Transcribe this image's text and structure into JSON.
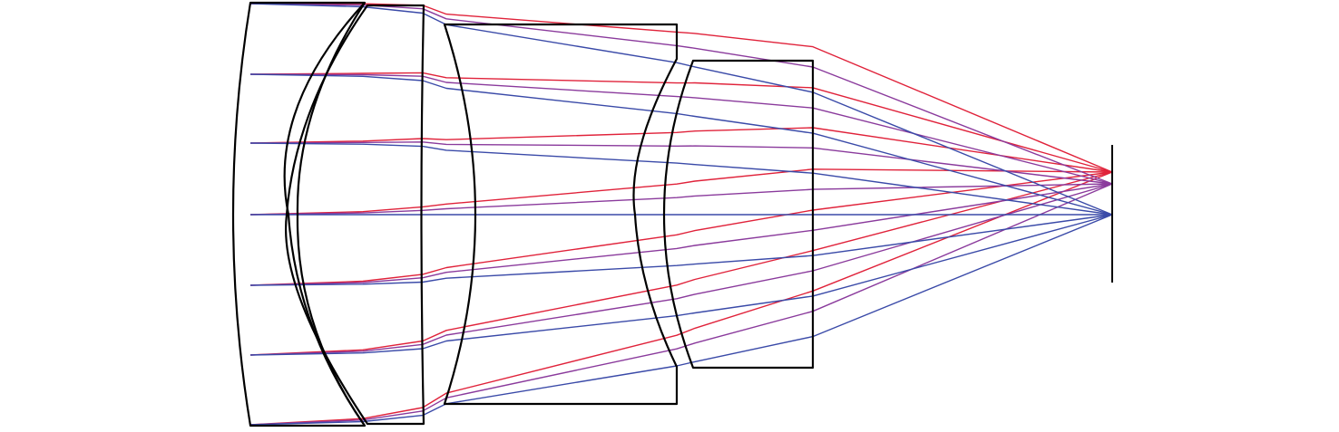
{
  "diagram": {
    "type": "optical-ray-trace",
    "lens_element_count": 4,
    "ray_fan_count": 3,
    "rays_per_fan": 7,
    "colors": {
      "lens_outline": "#000000",
      "ray_fan_off_axis_outer": "#e0223a",
      "ray_fan_off_axis_mid": "#8a3a9c",
      "ray_fan_on_axis": "#3a4aa8",
      "image_plane": "#000000"
    }
  }
}
